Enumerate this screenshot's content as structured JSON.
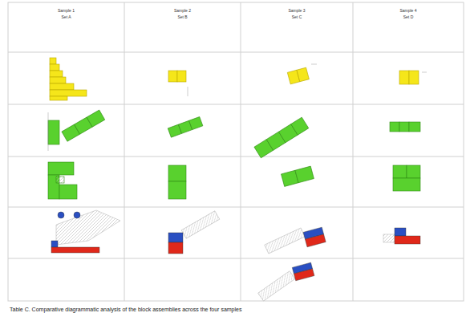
{
  "diagram": {
    "caption": "Table C. Comparative diagrammatic analysis of the block assemblies across the four samples",
    "labels": [
      "Sample 1",
      "Set A",
      "Sample 2",
      "Set B",
      "Sample 3",
      "Set C",
      "Sample 4",
      "Set D"
    ]
  }
}
